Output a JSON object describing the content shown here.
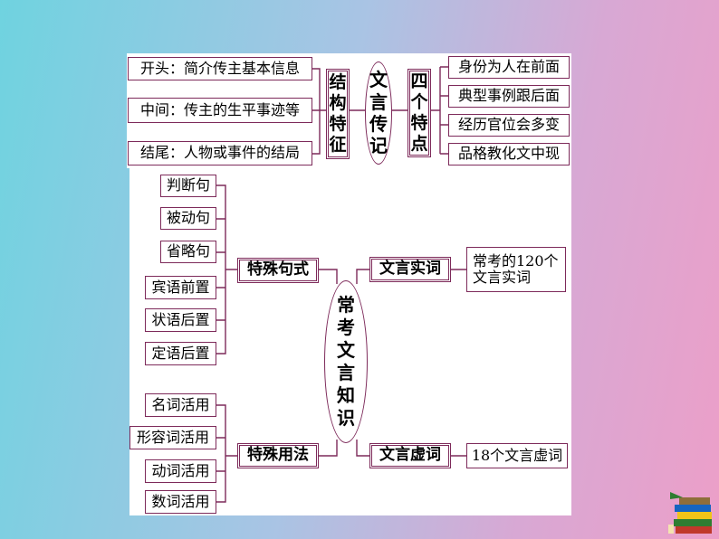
{
  "top": {
    "structure_items": [
      "开头：简介传主基本信息",
      "中间：传主的生平事迹等",
      "结尾：人物或事件的结局"
    ],
    "structure_label": [
      "结",
      "构",
      "特",
      "征"
    ],
    "center_label": [
      "文",
      "言",
      "传",
      "记"
    ],
    "features_label": [
      "四",
      "个",
      "特",
      "点"
    ],
    "feature_items": [
      "身份为人在前面",
      "典型事例跟后面",
      "经历官位会多变",
      "品格教化文中现"
    ]
  },
  "bottom": {
    "center_label": [
      "常",
      "考",
      "文",
      "言",
      "知",
      "识"
    ],
    "special_sentences": {
      "label": "特殊句式",
      "items": [
        "判断句",
        "被动句",
        "省略句",
        "宾语前置",
        "状语后置",
        "定语后置"
      ]
    },
    "special_usage": {
      "label": "特殊用法",
      "items": [
        "名词活用",
        "形容词活用",
        "动词活用",
        "数词活用"
      ]
    },
    "content_words": {
      "label": "文言实词",
      "detail": [
        "常考的120个",
        "文言实词"
      ]
    },
    "function_words": {
      "label": "文言虚词",
      "detail": "18个文言虚词"
    }
  }
}
